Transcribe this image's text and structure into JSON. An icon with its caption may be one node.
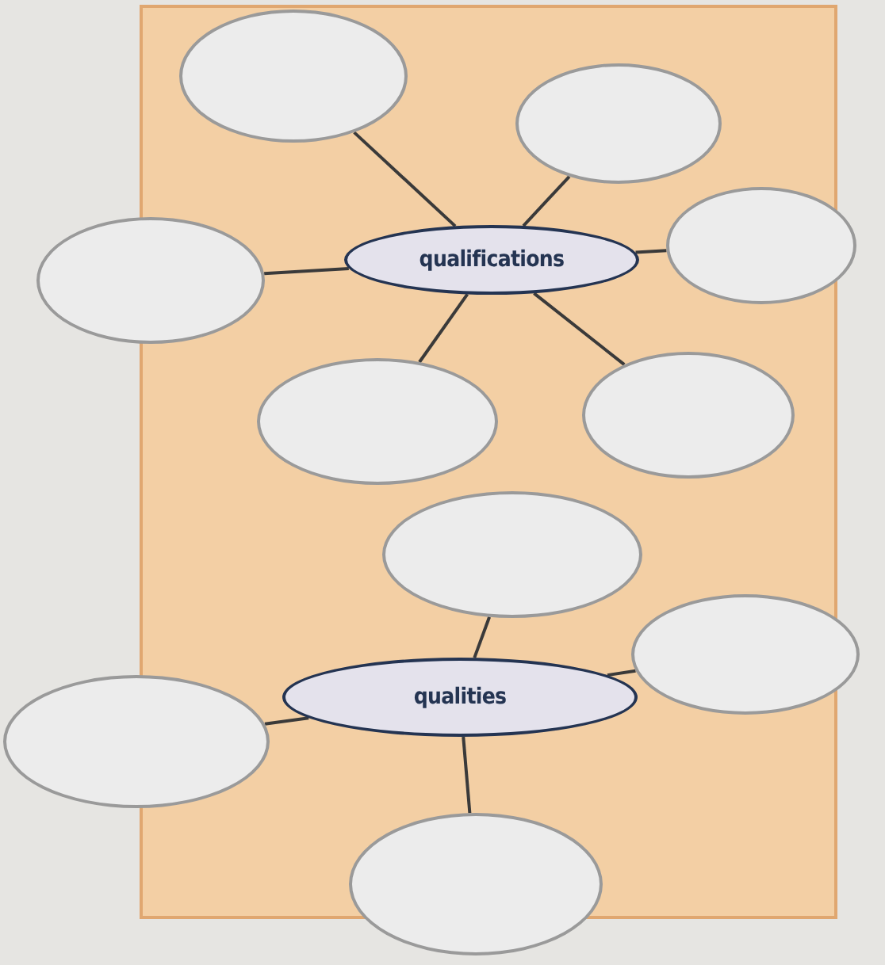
{
  "diagram": {
    "nodes": [
      {
        "text": [
          "qualifications"
        ]
      },
      {
        "text": [],
        "shape": "circle"
      },
      {
        "text": [],
        "shape": "circle"
      },
      {
        "text": [],
        "shape": "circle"
      },
      {
        "text": [],
        "shape": "circle"
      },
      {
        "text": [],
        "shape": "circle"
      },
      {
        "text": [],
        "shape": "circle"
      },
      {
        "text": [
          "qualities"
        ]
      },
      {
        "text": [],
        "shape": "circle"
      },
      {
        "text": [],
        "shape": "circle"
      },
      {
        "text": [],
        "shape": "circle"
      },
      {
        "text": [],
        "shape": "circle"
      }
    ],
    "edges": [
      {
        "from": 0,
        "to": 1,
        "arrow": "none"
      },
      {
        "from": 0,
        "to": 2,
        "arrow": "none"
      },
      {
        "from": 0,
        "to": 3,
        "arrow": "none"
      },
      {
        "from": 0,
        "to": 4,
        "arrow": "none"
      },
      {
        "from": 0,
        "to": 5,
        "arrow": "none"
      },
      {
        "from": 0,
        "to": 6,
        "arrow": "none"
      },
      {
        "from": 7,
        "to": 8,
        "arrow": "none"
      },
      {
        "from": 7,
        "to": 9,
        "arrow": "none"
      },
      {
        "from": 7,
        "to": 10,
        "arrow": "none"
      },
      {
        "from": 7,
        "to": 11,
        "arrow": "none"
      }
    ]
  }
}
